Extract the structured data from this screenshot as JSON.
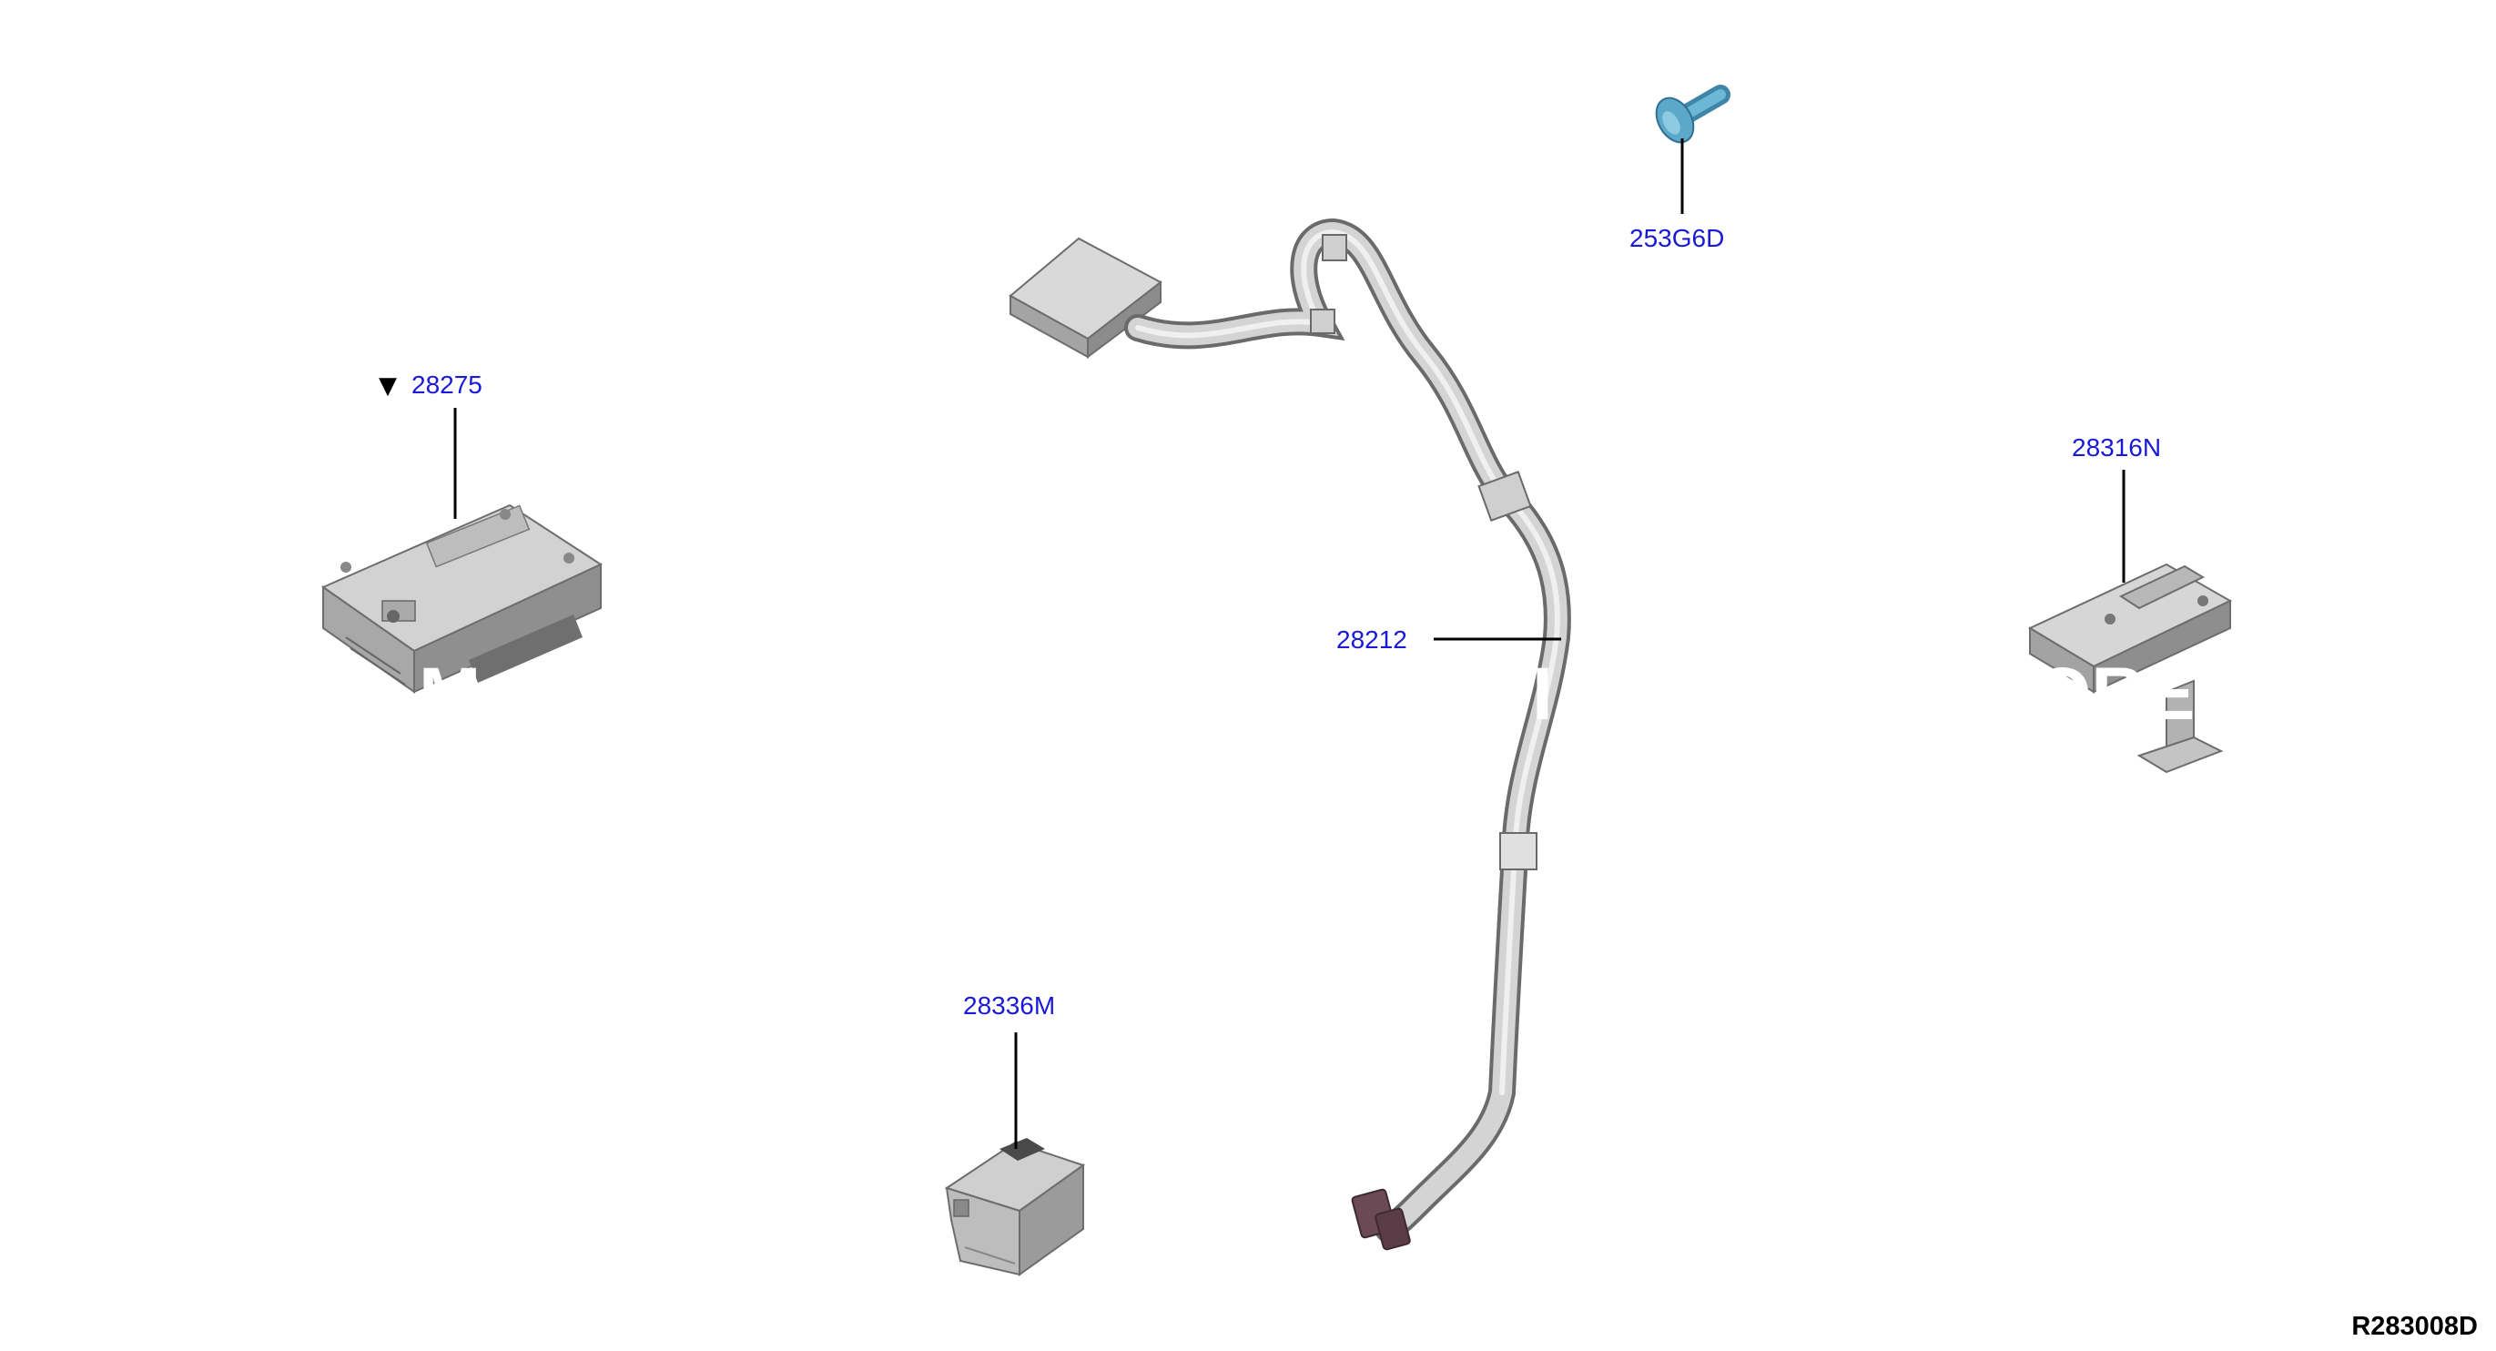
{
  "diagram": {
    "id": "R283008D",
    "parts": [
      {
        "number": "28275",
        "marker": "▼"
      },
      {
        "number": "253G6D"
      },
      {
        "number": "28212"
      },
      {
        "number": "28316N"
      },
      {
        "number": "28336M"
      }
    ],
    "watermark": {
      "left": "M",
      "middle": "I",
      "right": "TORE"
    },
    "colors": {
      "label": "#1a1ad6",
      "part_gray": "#c9c9c9",
      "bolt": "#5ba8c8",
      "connector": "#6b4a55"
    }
  }
}
